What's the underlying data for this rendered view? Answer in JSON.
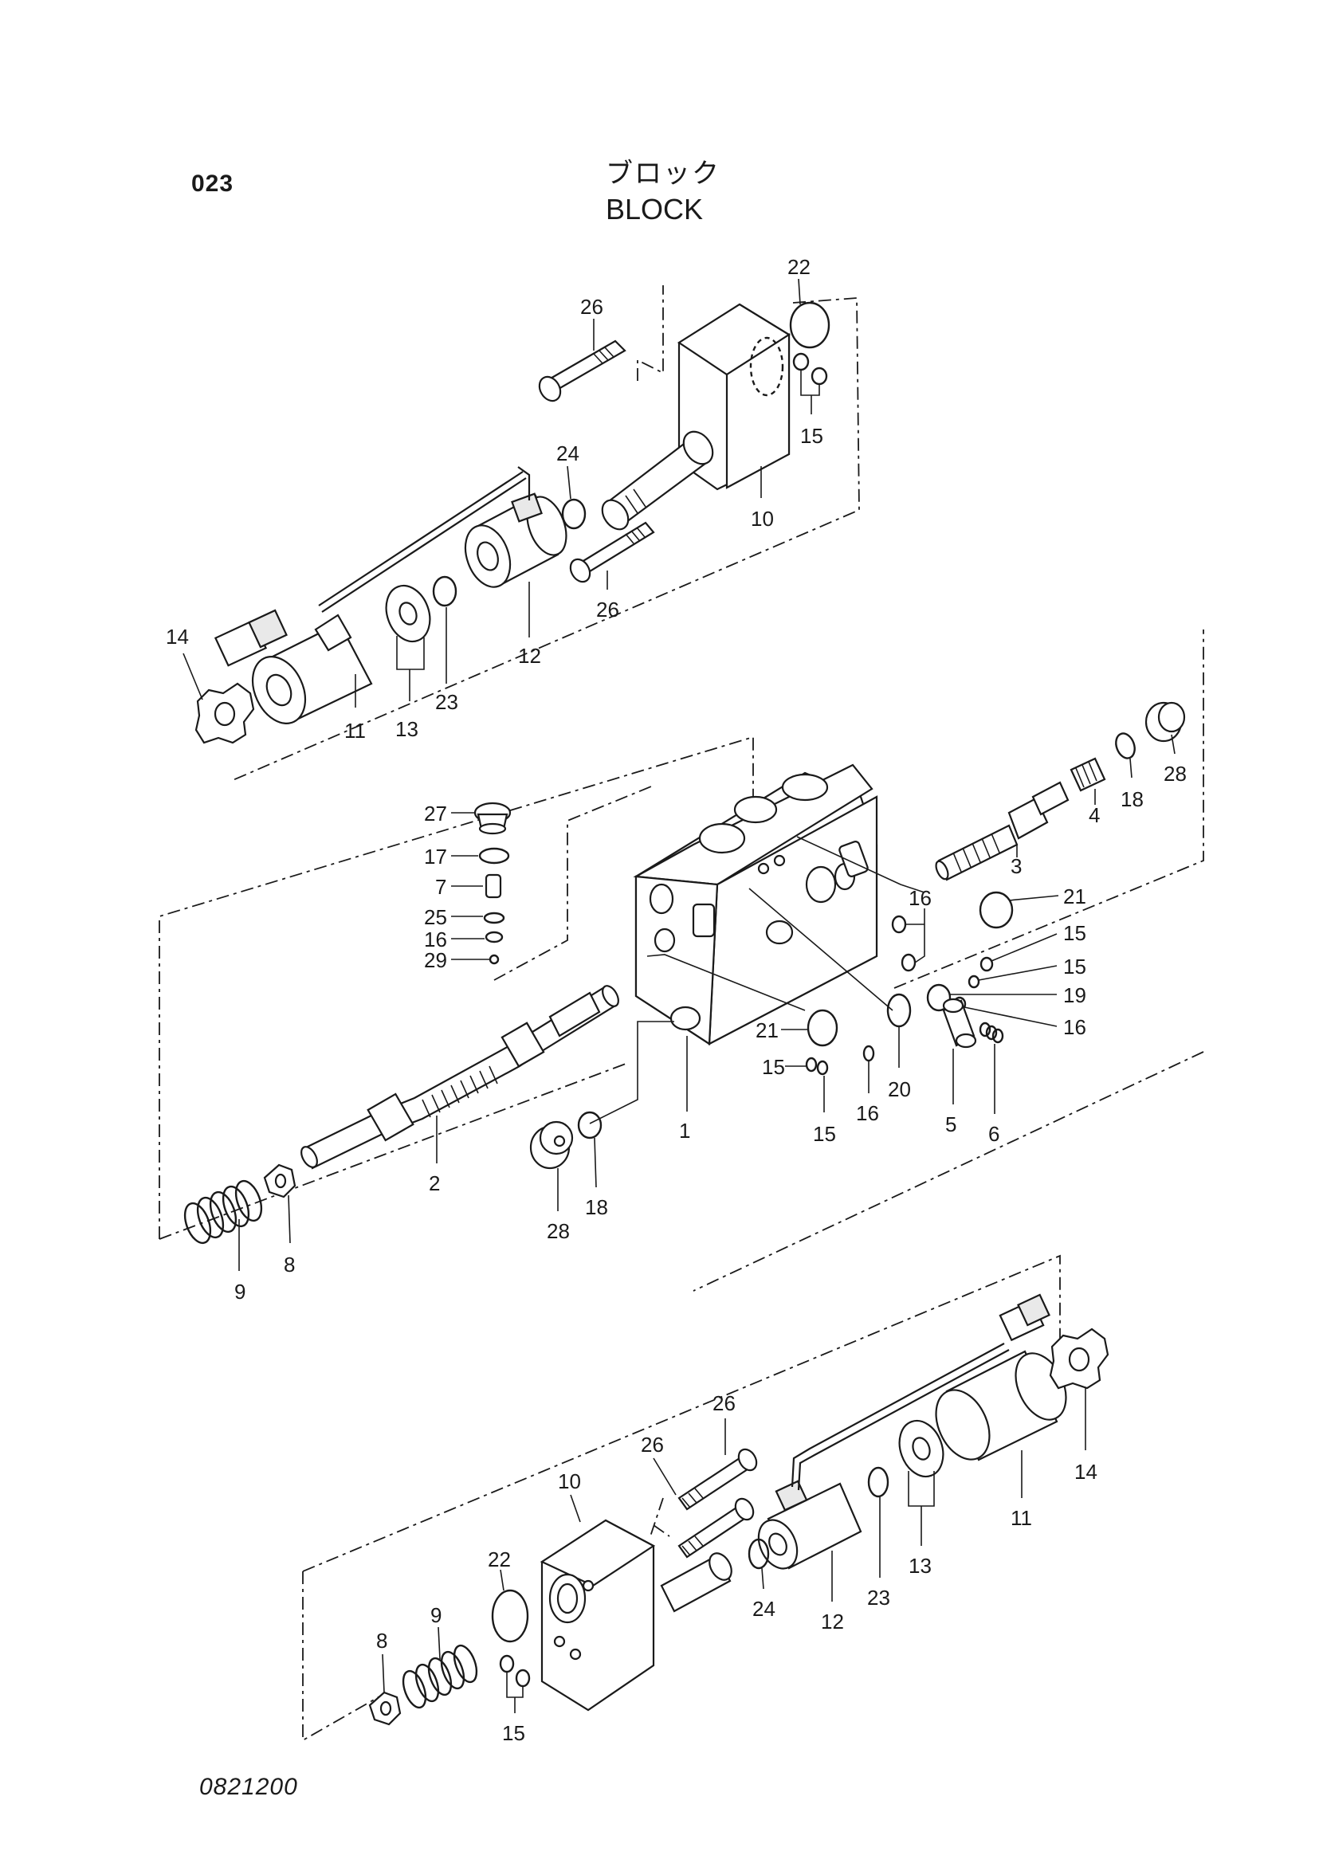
{
  "header": {
    "page_number": "023",
    "title_jp": "ブロック",
    "title_en": "BLOCK"
  },
  "footer": {
    "drawing_number": "0821200"
  },
  "callouts": {
    "c_26_top": "26",
    "c_22_top": "22",
    "c_15_top": "15",
    "c_24_top": "24",
    "c_10_top": "10",
    "c_26_mid": "26",
    "c_12_top": "12",
    "c_23_top": "23",
    "c_13_top": "13",
    "c_11_top": "11",
    "c_14_top": "14",
    "c_28_right": "28",
    "c_18_right": "18",
    "c_4": "4",
    "c_3": "3",
    "c_27": "27",
    "c_17": "17",
    "c_7": "7",
    "c_25": "25",
    "c_16_left": "16",
    "c_29": "29",
    "c_16_upper": "16",
    "c_21_right": "21",
    "c_15_r1": "15",
    "c_15_r2": "15",
    "c_19": "19",
    "c_16_r3": "16",
    "c_21_left": "21",
    "c_15_lower": "15",
    "c_15_under": "15",
    "c_16_lower": "16",
    "c_20": "20",
    "c_5": "5",
    "c_6": "6",
    "c_1": "1",
    "c_2": "2",
    "c_28_left": "28",
    "c_18_left": "18",
    "c_9_mid": "9",
    "c_8_mid": "8",
    "c_26_b1": "26",
    "c_26_b2": "26",
    "c_10_bottom": "10",
    "c_11_bottom": "11",
    "c_14_bottom": "14",
    "c_13_bottom": "13",
    "c_23_bottom": "23",
    "c_24_bottom": "24",
    "c_12_bottom": "12",
    "c_22_bottom": "22",
    "c_9_bottom": "9",
    "c_8_bottom": "8",
    "c_15_bottom": "15"
  }
}
